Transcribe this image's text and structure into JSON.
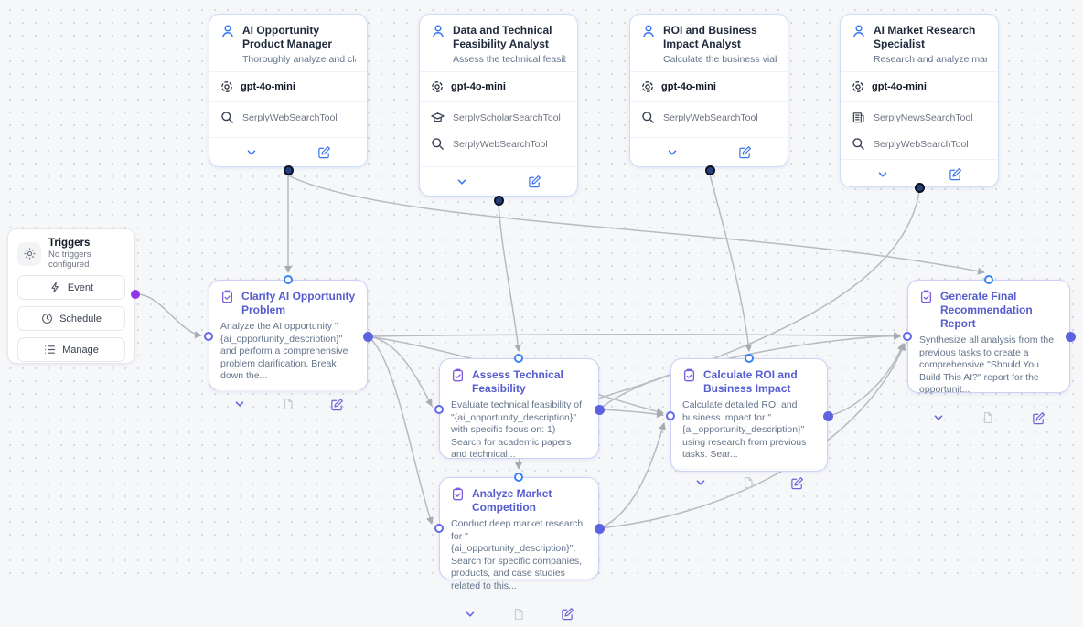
{
  "triggers": {
    "title": "Triggers",
    "subtitle": "No triggers configured",
    "buttons": [
      "Event",
      "Schedule",
      "Manage"
    ]
  },
  "agents": [
    {
      "title": "AI Opportunity Product Manager",
      "description": "Thoroughly analyze and clarify the...",
      "model": "gpt-4o-mini",
      "tools": [
        {
          "name": "SerplyWebSearchTool",
          "icon": "search-icon"
        }
      ]
    },
    {
      "title": "Data and Technical Feasibility Analyst",
      "description": "Assess the technical feasibility of...",
      "model": "gpt-4o-mini",
      "tools": [
        {
          "name": "SerplyScholarSearchTool",
          "icon": "scholar-icon"
        },
        {
          "name": "SerplyWebSearchTool",
          "icon": "search-icon"
        }
      ]
    },
    {
      "title": "ROI and Business Impact Analyst",
      "description": "Calculate the business viability of...",
      "model": "gpt-4o-mini",
      "tools": [
        {
          "name": "SerplyWebSearchTool",
          "icon": "search-icon"
        }
      ]
    },
    {
      "title": "AI Market Research Specialist",
      "description": "Research and analyze market...",
      "model": "gpt-4o-mini",
      "tools": [
        {
          "name": "SerplyNewsSearchTool",
          "icon": "news-icon"
        },
        {
          "name": "SerplyWebSearchTool",
          "icon": "search-icon"
        }
      ]
    }
  ],
  "tasks": [
    {
      "title": "Clarify AI Opportunity Problem",
      "description": "Analyze the AI opportunity \"{ai_opportunity_description}\" and perform a comprehensive problem clarification. Break down the..."
    },
    {
      "title": "Assess Technical Feasibility",
      "description": "Evaluate technical feasibility of \"{ai_opportunity_description}\" with specific focus on: 1) Search for academic papers and technical..."
    },
    {
      "title": "Calculate ROI and Business Impact",
      "description": "Calculate detailed ROI and business impact for \"{ai_opportunity_description}\" using research from previous tasks. Sear..."
    },
    {
      "title": "Analyze Market Competition",
      "description": "Conduct deep market research for \"{ai_opportunity_description}\". Search for specific companies, products, and case studies related to this..."
    },
    {
      "title": "Generate Final Recommendation Report",
      "description": "Synthesize all analysis from the previous tasks to create a comprehensive \"Should You Build This AI?\" report for the opportunit..."
    }
  ],
  "colors": {
    "edge": "#b7bac2",
    "agent_accent": "#3b76f0",
    "task_accent": "#555cce",
    "trigger_dot": "#9333ea"
  }
}
